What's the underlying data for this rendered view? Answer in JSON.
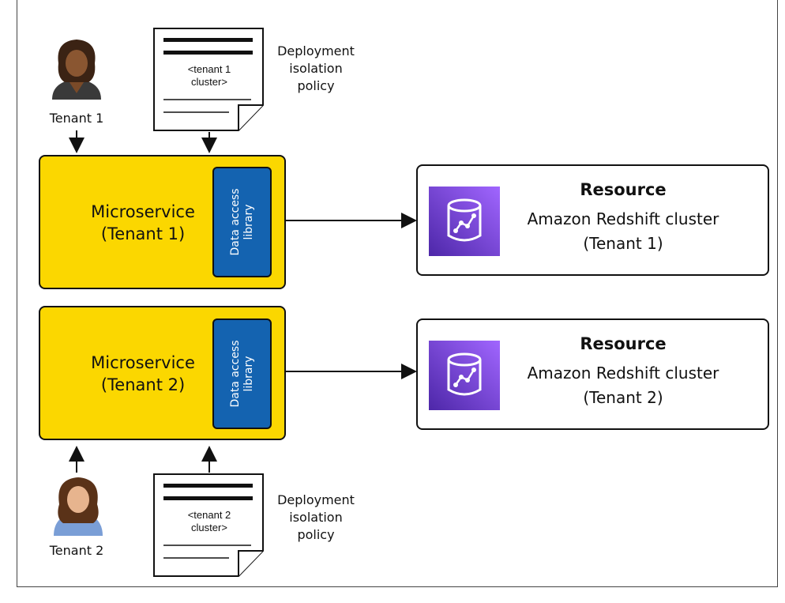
{
  "diagram": {
    "top": {
      "tenant_label": "Tenant 1",
      "policy_label_line1": "Deployment",
      "policy_label_line2": "isolation",
      "policy_label_line3": "policy",
      "doc_line1": "<tenant 1",
      "doc_line2": "cluster>",
      "microservice_line1": "Microservice",
      "microservice_line2": "(Tenant 1)",
      "library_line1": "Data access",
      "library_line2": "library",
      "resource_title": "Resource",
      "resource_name": "Amazon Redshift cluster",
      "resource_tenant": "(Tenant 1)"
    },
    "bottom": {
      "tenant_label": "Tenant 2",
      "policy_label_line1": "Deployment",
      "policy_label_line2": "isolation",
      "policy_label_line3": "policy",
      "doc_line1": "<tenant 2",
      "doc_line2": "cluster>",
      "microservice_line1": "Microservice",
      "microservice_line2": "(Tenant 2)",
      "library_line1": "Data access",
      "library_line2": "library",
      "resource_title": "Resource",
      "resource_name": "Amazon Redshift cluster",
      "resource_tenant": "(Tenant 2)"
    },
    "colors": {
      "microservice_fill": "#fbd700",
      "library_fill": "#1463b0",
      "redshift_icon": "#8c4fff"
    }
  }
}
